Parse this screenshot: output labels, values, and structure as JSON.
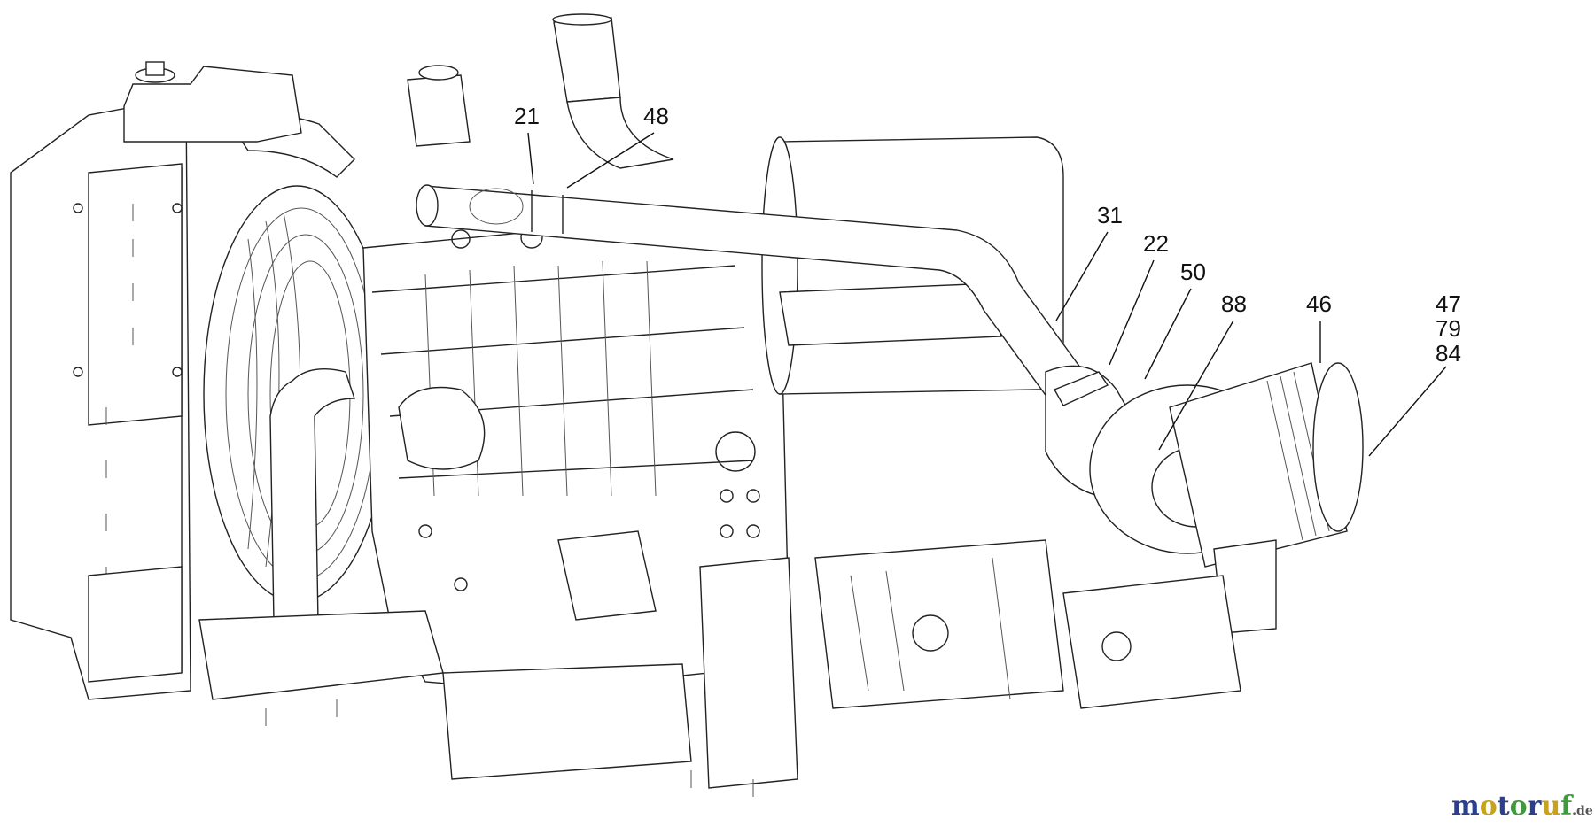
{
  "callouts": [
    {
      "id": "21",
      "label": "21"
    },
    {
      "id": "48",
      "label": "48"
    },
    {
      "id": "31",
      "label": "31"
    },
    {
      "id": "22",
      "label": "22"
    },
    {
      "id": "50",
      "label": "50"
    },
    {
      "id": "88",
      "label": "88"
    },
    {
      "id": "46",
      "label": "46"
    },
    {
      "id": "47",
      "label": "47"
    },
    {
      "id": "79",
      "label": "79"
    },
    {
      "id": "84",
      "label": "84"
    }
  ],
  "watermark": {
    "parts": [
      {
        "text": "m",
        "color": "#2b3f8e"
      },
      {
        "text": "o",
        "color": "#c8a21a"
      },
      {
        "text": "t",
        "color": "#2b3f8e"
      },
      {
        "text": "o",
        "color": "#3e9a3a"
      },
      {
        "text": "r",
        "color": "#2b3f8e"
      },
      {
        "text": "u",
        "color": "#c8a21a"
      },
      {
        "text": "f",
        "color": "#3e9a3a"
      }
    ],
    "suffix": ".de",
    "suffix_color": "#555555"
  }
}
